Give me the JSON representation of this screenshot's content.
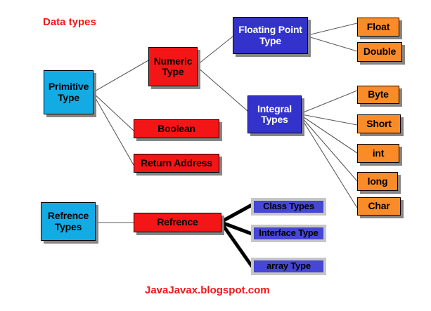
{
  "diagram": {
    "title": "Data types",
    "footer": "JavaJavax.blogspot.com",
    "colors": {
      "title": "#F41616",
      "footer": "#F41616",
      "cyan": "#12ABE4",
      "red": "#F41616",
      "blue": "#3333CC",
      "orange": "#F98B29",
      "framed_blue": "#4747D6",
      "frame_grey": "#C6C6C6",
      "shadow": "#808080",
      "background": "#FFFFFF",
      "edge_thin": "#595959",
      "edge_thick": "#000000"
    },
    "nodes": {
      "primitive_type": "Primitive\nType",
      "primitive_type_line1": "Primitive",
      "primitive_type_line2": "Type",
      "numeric_type_line1": "Numeric",
      "numeric_type_line2": "Type",
      "floating_point_line1": "Floating Point",
      "floating_point_line2": "Type",
      "integral_types_line1": "Integral",
      "integral_types_line2": "Types",
      "boolean": "Boolean",
      "return_address": "Return Address",
      "float": "Float",
      "double": "Double",
      "byte": "Byte",
      "short": "Short",
      "int": "int",
      "long": "long",
      "char": "Char",
      "refrence_types_line1": "Refrence",
      "refrence_types_line2": "Types",
      "refrence": "Refrence",
      "class_types": "Class Types",
      "interface_type": "Interface Type",
      "array_type": "array Type"
    }
  }
}
